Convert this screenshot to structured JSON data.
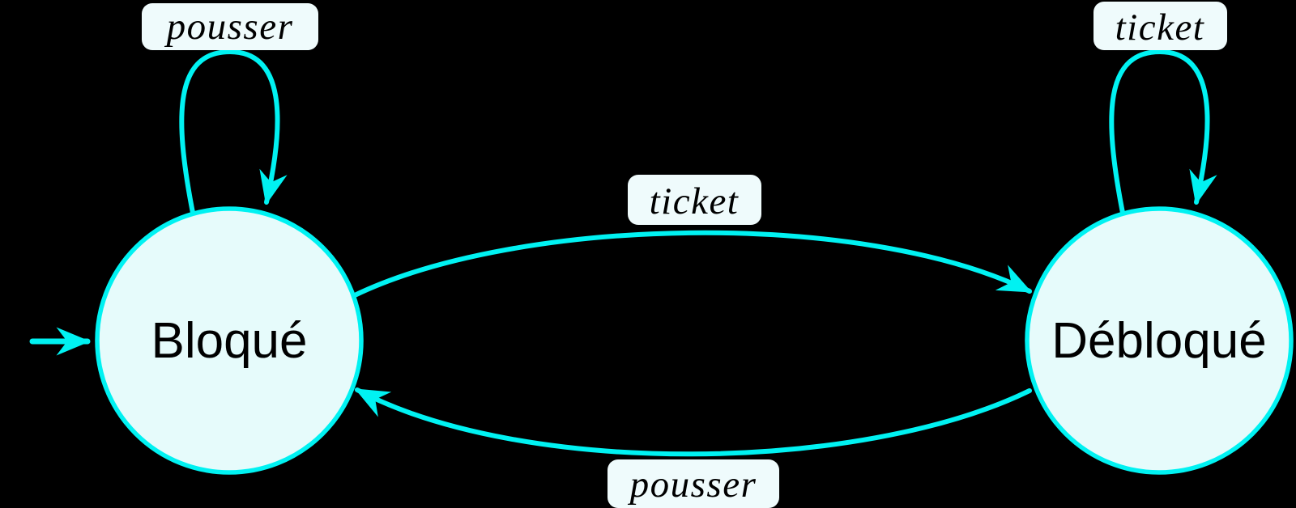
{
  "colors": {
    "background": "#000000",
    "arrow_stroke": "#00f2f2",
    "state_fill": "#e6fbfb",
    "state_border": "#00f2f2",
    "label_box_fill": "#effbfc",
    "text": "#000000"
  },
  "diagram": {
    "type": "finite-state-machine",
    "initial_state": "Bloqué",
    "states": [
      {
        "id": "bloque",
        "label": "Bloqué"
      },
      {
        "id": "debloque",
        "label": "Débloqué"
      }
    ],
    "transitions": [
      {
        "from": "Bloqué",
        "to": "Bloqué",
        "label": "pousser",
        "shape": "self-loop-above"
      },
      {
        "from": "Bloqué",
        "to": "Débloqué",
        "label": "ticket",
        "shape": "curved-top"
      },
      {
        "from": "Débloqué",
        "to": "Débloqué",
        "label": "ticket",
        "shape": "self-loop-above"
      },
      {
        "from": "Débloqué",
        "to": "Bloqué",
        "label": "pousser",
        "shape": "curved-bottom"
      }
    ]
  }
}
